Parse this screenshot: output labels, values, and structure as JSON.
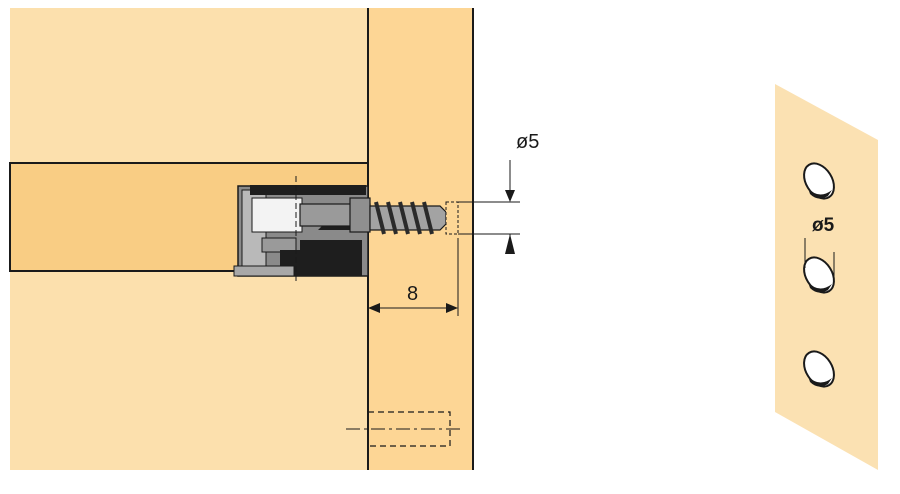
{
  "dimensions": {
    "hole_diameter_label": "ø5",
    "depth_label": "8",
    "side_view_diameter_label": "ø5"
  },
  "colors": {
    "wood_light": "#fbdba3",
    "wood_mid": "#fcd69a",
    "wood_edge": "#1a1a1a",
    "fitting_grey": "#7a7a7a",
    "fitting_dark": "#1e1e1e",
    "fitting_light": "#b5b5b5"
  }
}
